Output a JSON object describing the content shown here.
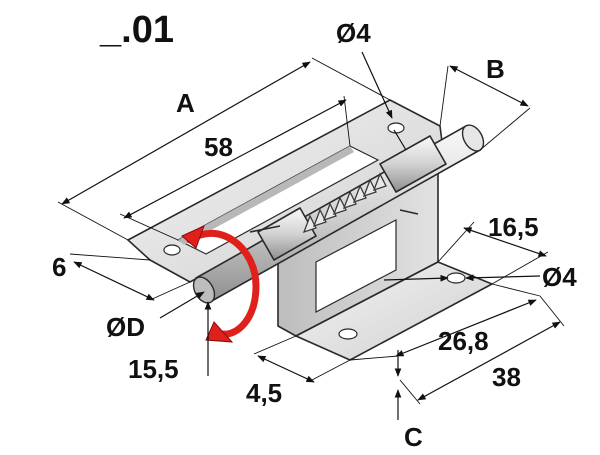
{
  "title": "_.01",
  "colors": {
    "metal_light": "#e8e8e8",
    "metal_mid": "#c9c9c9",
    "metal_dark": "#9a9a9a",
    "edge": "#2a2a2a",
    "arrow_red": "#e0201b"
  },
  "dimensions": {
    "A": "A",
    "B": "B",
    "C": "C",
    "D": "ØD",
    "d58": "58",
    "d6": "6",
    "d4_top": "Ø4",
    "d4_right": "Ø4",
    "d16_5": "16,5",
    "d26_8": "26,8",
    "d38": "38",
    "d15_5": "15,5",
    "d4_5": "4,5"
  }
}
